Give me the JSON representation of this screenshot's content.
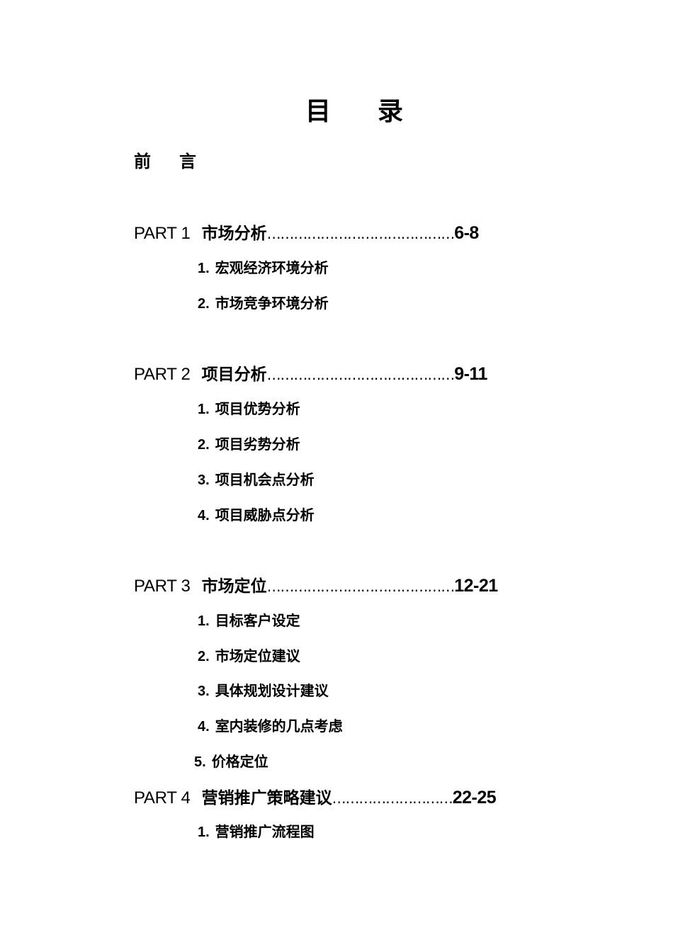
{
  "title": {
    "char1": "目",
    "char2": "录"
  },
  "preface": {
    "char1": "前",
    "char2": "言"
  },
  "parts": [
    {
      "num": "PART 1",
      "name": "市场分析",
      "dots": "……………………………………",
      "pages": "6-8",
      "items": [
        {
          "n": "1.",
          "t": "宏观经济环境分析"
        },
        {
          "n": "2.",
          "t": "市场竞争环境分析"
        }
      ]
    },
    {
      "num": "PART 2",
      "name": "项目分析",
      "dots": "……………………………………",
      "pages": "9-11",
      "items": [
        {
          "n": "1.",
          "t": "项目优势分析"
        },
        {
          "n": "2.",
          "t": "项目劣势分析"
        },
        {
          "n": "3.",
          "t": "项目机会点分析"
        },
        {
          "n": "4.",
          "t": "项目威胁点分析"
        }
      ]
    },
    {
      "num": "PART 3",
      "name": "市场定位",
      "dots": "……………………………………",
      "pages": "12-21",
      "items": [
        {
          "n": "1.",
          "t": "目标客户设定"
        },
        {
          "n": "2.",
          "t": "市场定位建议"
        },
        {
          "n": "3.",
          "t": "具体规划设计建议"
        },
        {
          "n": "4.",
          "t": "室内装修的几点考虑"
        },
        {
          "n": "5.",
          "t": "价格定位"
        }
      ]
    },
    {
      "num": "PART 4",
      "name": "营销推广策略建议",
      "dots": "………………………",
      "pages": "22-25",
      "items": [
        {
          "n": "1.",
          "t": "营销推广流程图"
        }
      ]
    }
  ]
}
